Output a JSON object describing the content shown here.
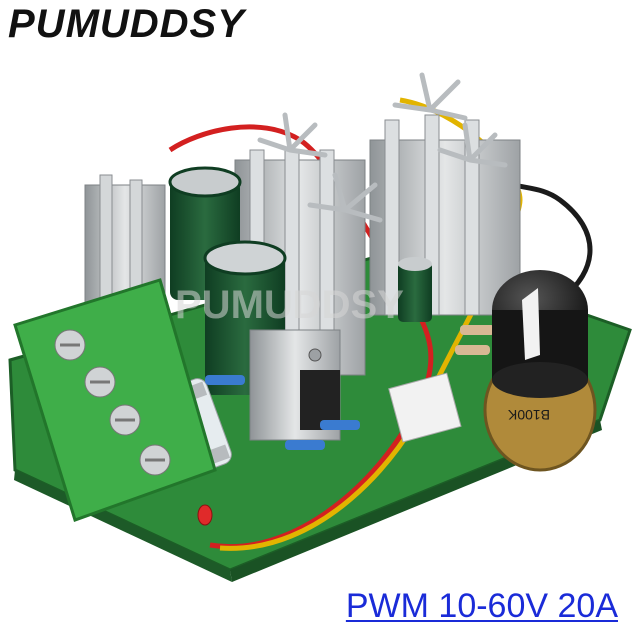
{
  "brand": {
    "logo_text": "PUMUDDSY"
  },
  "watermark": {
    "text": "PUMUDDSY"
  },
  "product": {
    "potentiometer_label": "B100K",
    "caption": "PWM 10-60V 20A"
  },
  "colors": {
    "pcb": "#2e8b3a",
    "terminal": "#3fae49",
    "heatsink": "#c9ccce",
    "caption": "#1a2bd8"
  }
}
